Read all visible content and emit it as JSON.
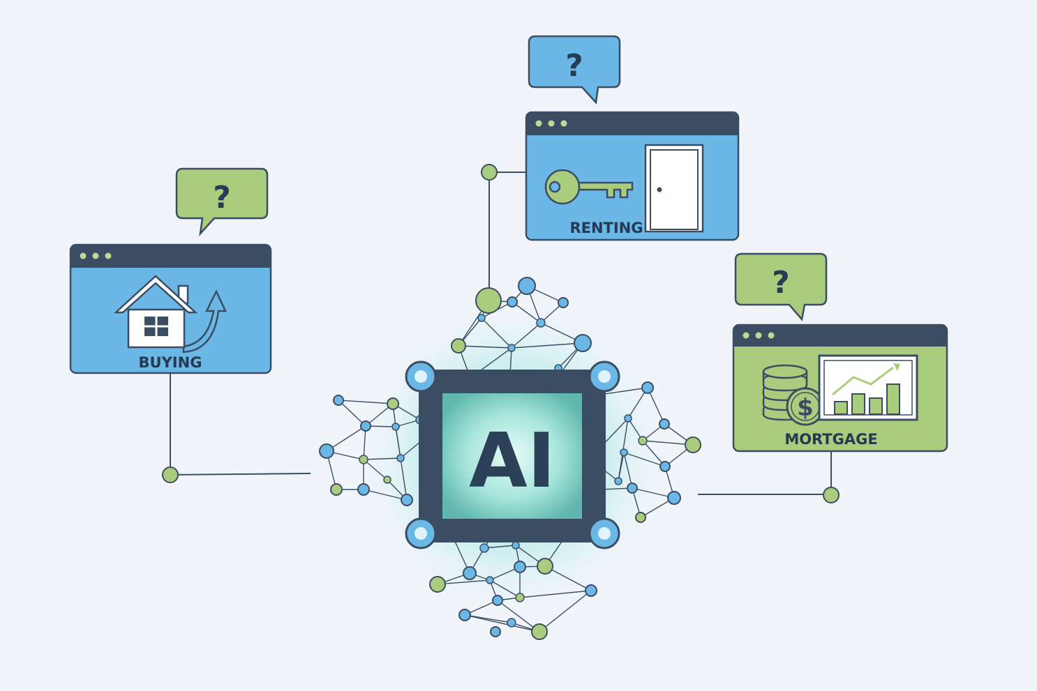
{
  "diagram": {
    "center": {
      "label": "AI"
    },
    "cards": {
      "buying": {
        "label": "BUYING",
        "bubble": "?"
      },
      "renting": {
        "label": "RENTING",
        "bubble": "?"
      },
      "mortgage": {
        "label": "MORTGAGE",
        "bubble": "?"
      }
    }
  },
  "colors": {
    "background": "#f1f5fa",
    "blue": "#6bb7e6",
    "green": "#a9cd7c",
    "dark": "#3a4d62",
    "glow": "#7fe0d8"
  }
}
